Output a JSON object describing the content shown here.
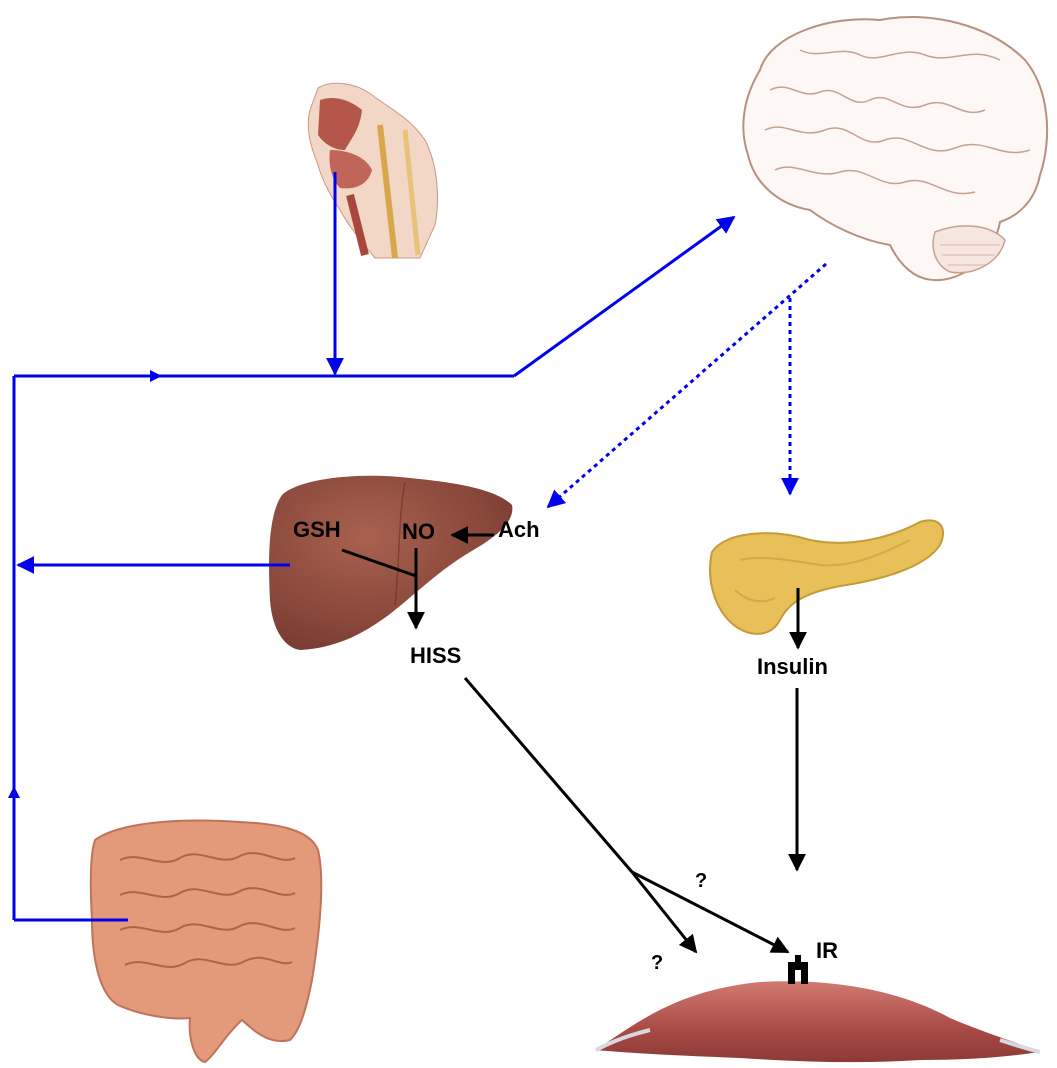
{
  "labels": {
    "gsh": "GSH",
    "no": "NO",
    "ach": "Ach",
    "hiss": "HISS",
    "insulin": "Insulin",
    "ir": "IR",
    "question_1": "?",
    "question_2": "?"
  },
  "colors": {
    "pathway_blue": "#0000ee",
    "arrow_black": "#000000",
    "liver": "#8b4a3c",
    "pancreas": "#e8c05a",
    "intestine": "#e29a7a",
    "muscle": "#b85a55",
    "brain_outline": "#b79080"
  },
  "illustrations": [
    "head-cross-section",
    "brain",
    "liver",
    "pancreas",
    "intestines",
    "muscle"
  ]
}
